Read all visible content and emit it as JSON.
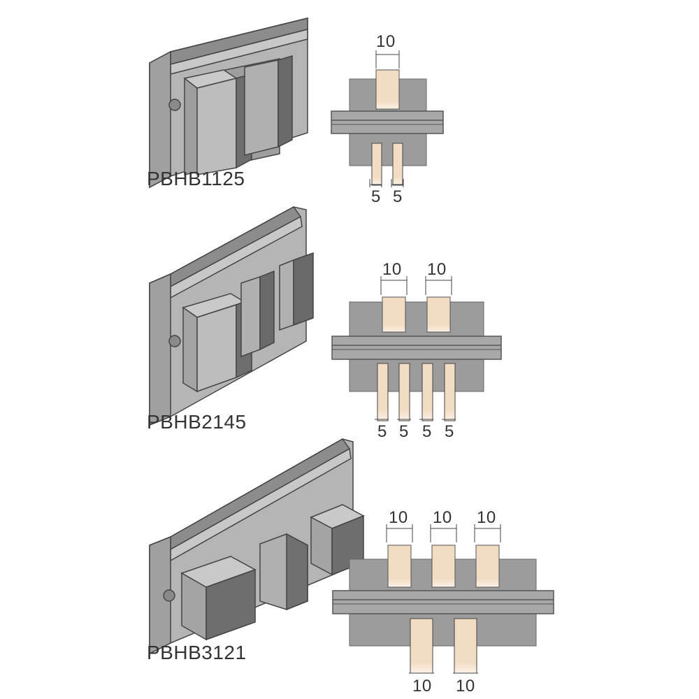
{
  "products": [
    {
      "code": "PBHB1125",
      "top_slots": [
        {
          "width": "10"
        }
      ],
      "bottom_slots": [
        {
          "width": "5"
        },
        {
          "width": "5"
        }
      ]
    },
    {
      "code": "PBHB2145",
      "top_slots": [
        {
          "width": "10"
        },
        {
          "width": "10"
        }
      ],
      "bottom_slots": [
        {
          "width": "5"
        },
        {
          "width": "5"
        },
        {
          "width": "5"
        },
        {
          "width": "5"
        }
      ]
    },
    {
      "code": "PBHB3121",
      "top_slots": [
        {
          "width": "10"
        },
        {
          "width": "10"
        },
        {
          "width": "10"
        }
      ],
      "bottom_slots": [
        {
          "width": "10"
        },
        {
          "width": "10"
        }
      ]
    }
  ],
  "colors": {
    "housing": "#9c9c9c",
    "rail": "#a8a8a8",
    "busbar": "#f3dcc4",
    "outline": "#555555"
  }
}
